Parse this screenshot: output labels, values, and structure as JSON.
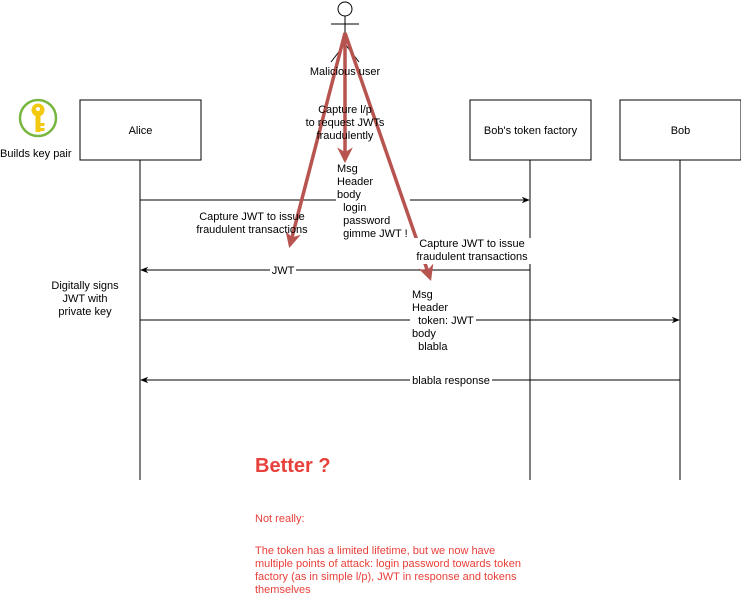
{
  "participants": {
    "alice": "Alice",
    "factory": "Bob's token factory",
    "bob": "Bob",
    "attacker": "Malicious user"
  },
  "key_icon": {
    "icon": "key-icon",
    "label": "Builds key pair",
    "color": "#f2c811"
  },
  "messages": {
    "request": "Msg\nHeader\nbody\n  login\n  password\n  gimme JWT !",
    "jwt": "JWT",
    "signs_note": "Digitally signs\nJWT with\nprivate key",
    "token_msg": "Msg\nHeader\n  token: JWT\nbody\n  blabla",
    "response": "blabla response"
  },
  "attacks": {
    "capture_request": "Capture l/p\nto request JWTs\nfraudulently",
    "capture_jwt_left": "Capture JWT to issue\nfraudulent transactions",
    "capture_jwt_right": "Capture JWT to issue\nfraudulent transactions"
  },
  "conclusion": {
    "heading": "Better ?",
    "sub": "Not really:",
    "body": "The token has a limited lifetime, but we now have multiple points of attack: login password towards token factory (as in simple l/p), JWT in response and tokens themselves"
  },
  "colors": {
    "attack": "#b85450",
    "conclusion": "#e8403a",
    "line": "#000000"
  }
}
